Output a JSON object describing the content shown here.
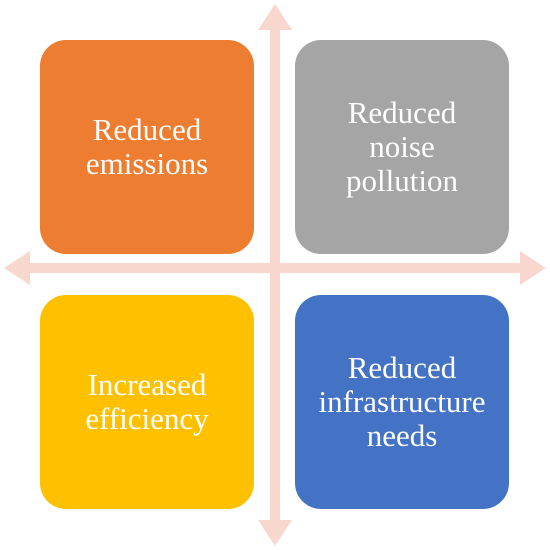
{
  "colors": {
    "arrow": "#f8d7ce",
    "orange": "#ed7d31",
    "gray": "#a5a5a5",
    "yellow": "#ffc000",
    "blue": "#4472c4"
  },
  "quadrants": {
    "top_left": {
      "label": "Reduced\nemissions",
      "color": "#ed7d31"
    },
    "top_right": {
      "label": "Reduced\nnoise\npollution",
      "color": "#a5a5a5"
    },
    "bottom_left": {
      "label": "Increased\nefficiency",
      "color": "#ffc000"
    },
    "bottom_right": {
      "label": "Reduced\ninfrastructure\nneeds",
      "color": "#4472c4"
    }
  }
}
